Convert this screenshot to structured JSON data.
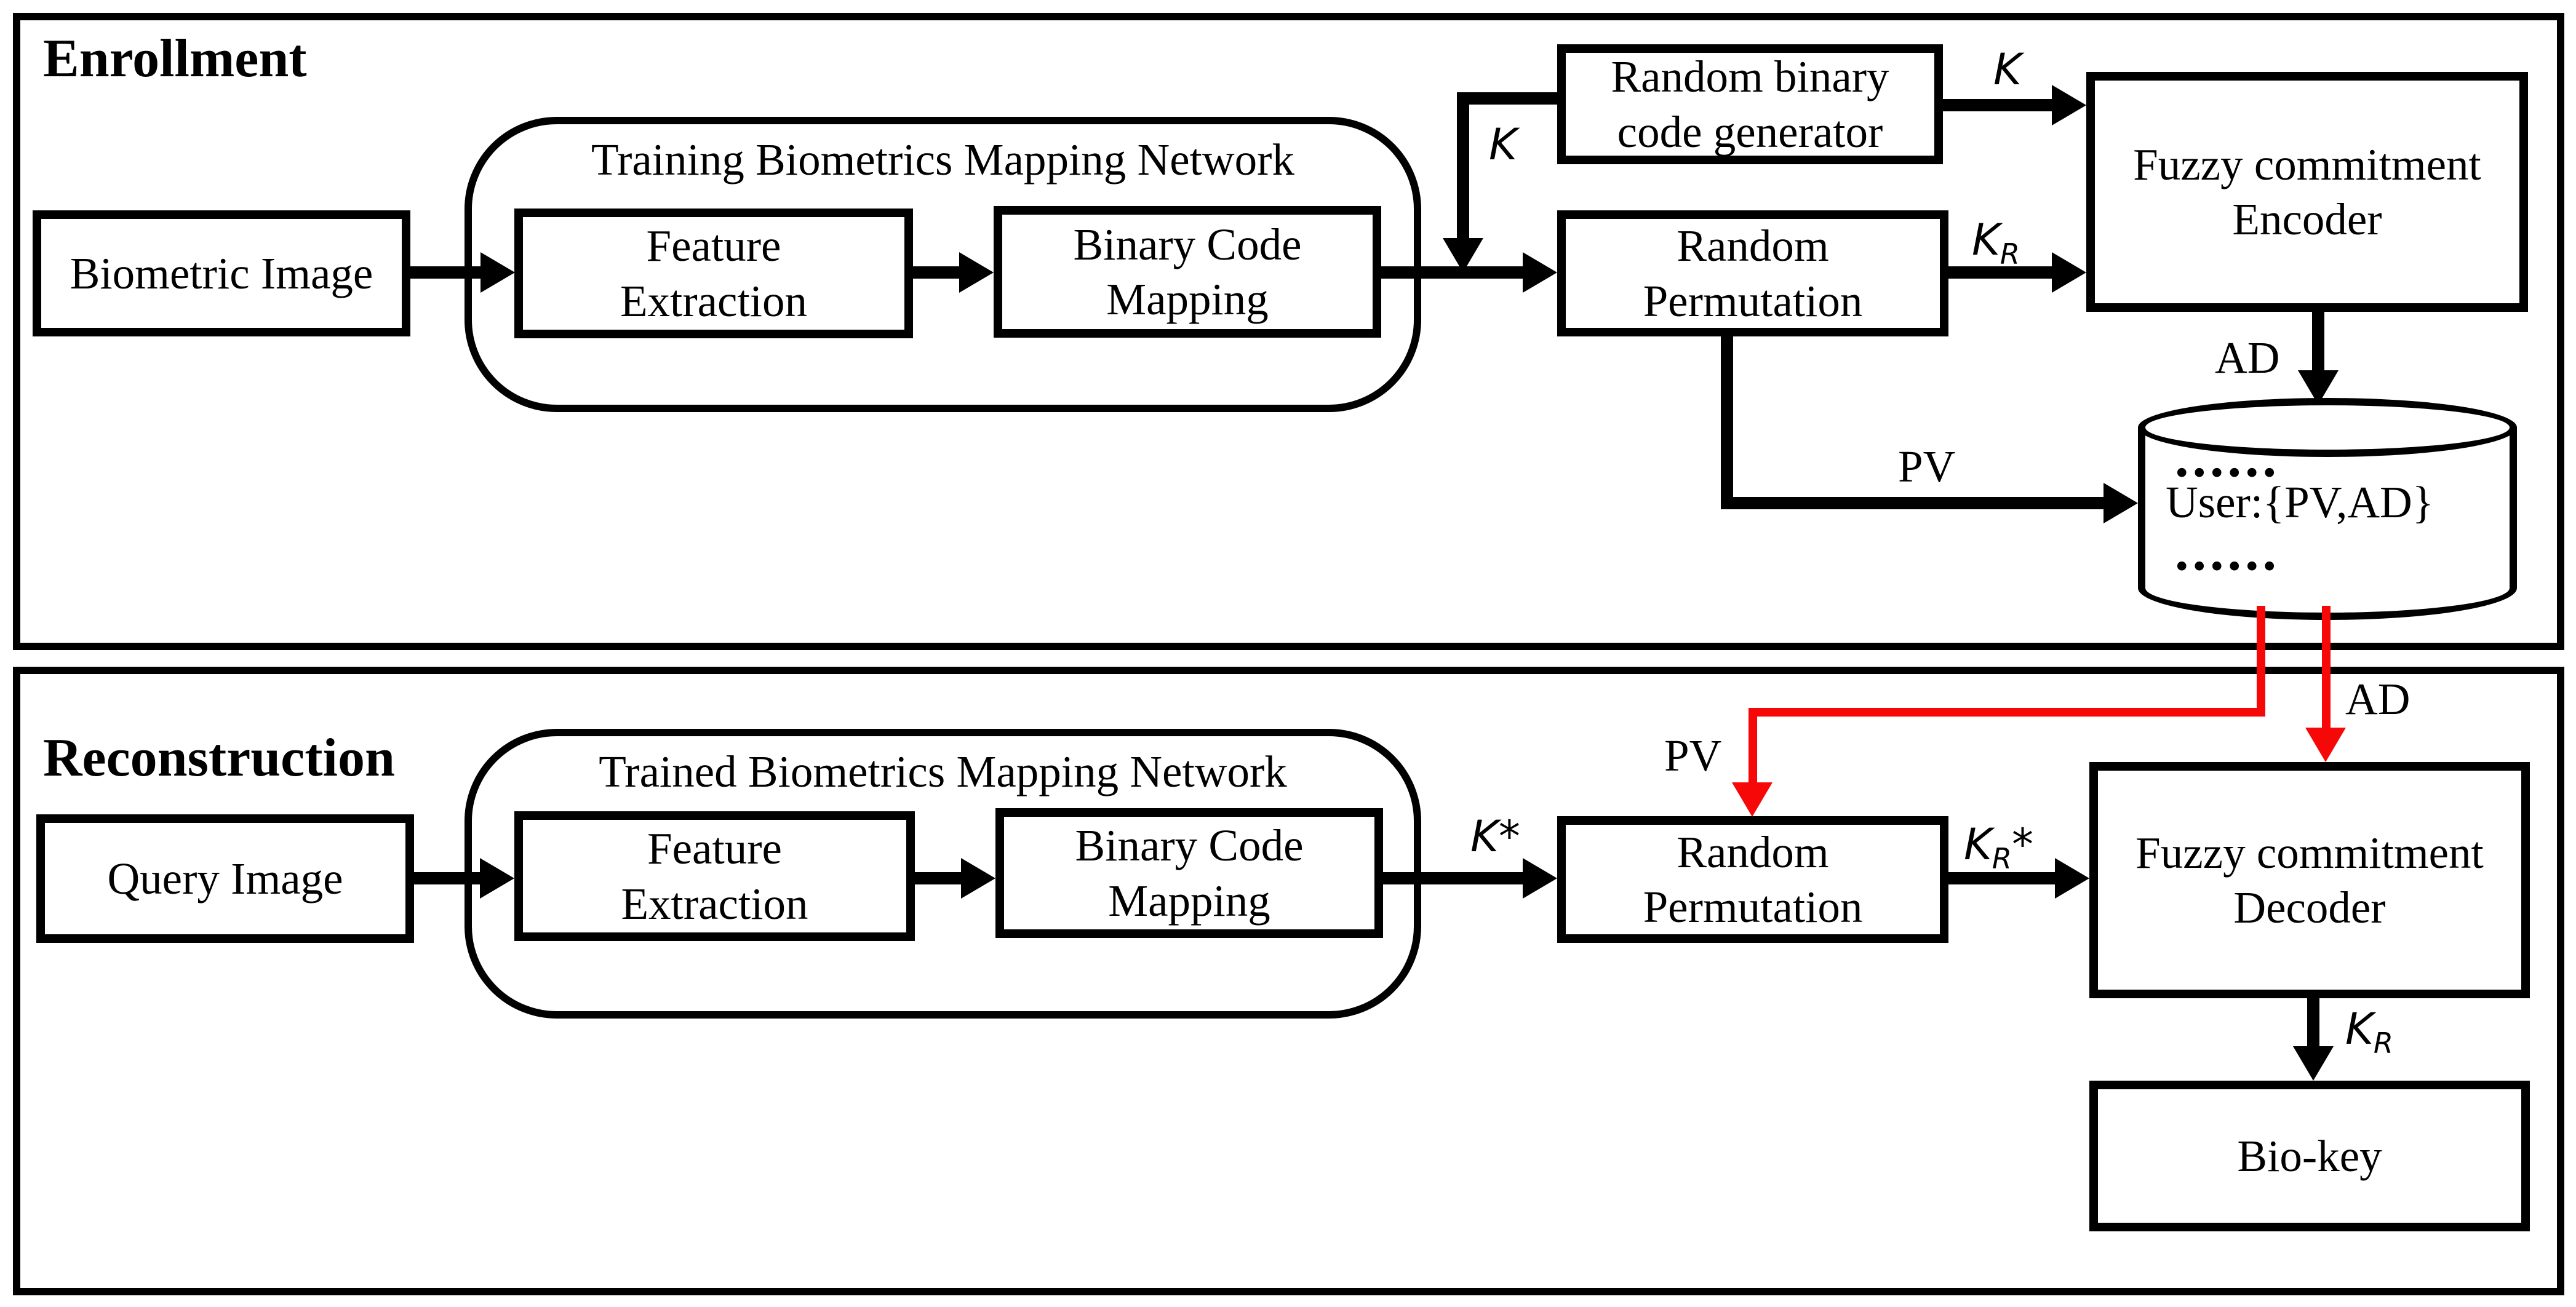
{
  "diagram": {
    "enrollment": {
      "section_label": "Enrollment",
      "biometric_image": "Biometric Image",
      "network_title": "Training Biometrics Mapping Network",
      "feature_extraction": "Feature\nExtraction",
      "binary_code_mapping": "Binary Code\nMapping",
      "random_binary_code_generator": "Random binary\ncode generator",
      "random_permutation": "Random\nPermutation",
      "fuzzy_commitment_encoder": "Fuzzy commitment\nEncoder",
      "database": {
        "dots_top": "......",
        "record": "User:{PV,AD}",
        "dots_bottom": "......"
      },
      "labels": {
        "k_to_permutation": "K",
        "k_to_encoder": "K",
        "kr": {
          "base": "K",
          "sub": "R"
        },
        "ad": "AD",
        "pv": "PV"
      }
    },
    "reconstruction": {
      "section_label": "Reconstruction",
      "query_image": "Query Image",
      "network_title": "Trained Biometrics Mapping Network",
      "feature_extraction": "Feature\nExtraction",
      "binary_code_mapping": "Binary Code\nMapping",
      "random_permutation": "Random\nPermutation",
      "fuzzy_commitment_decoder": "Fuzzy commitment\nDecoder",
      "bio_key": "Bio-key",
      "labels": {
        "k_star": {
          "base": "K",
          "star": "*"
        },
        "kr_star": {
          "base": "K",
          "sub": "R",
          "star": "*"
        },
        "kr_out": {
          "base": "K",
          "sub": "R"
        },
        "pv": "PV",
        "ad": "AD"
      }
    },
    "colors": {
      "line": "#000000",
      "highlight": "#f70808",
      "background": "#ffffff"
    }
  }
}
